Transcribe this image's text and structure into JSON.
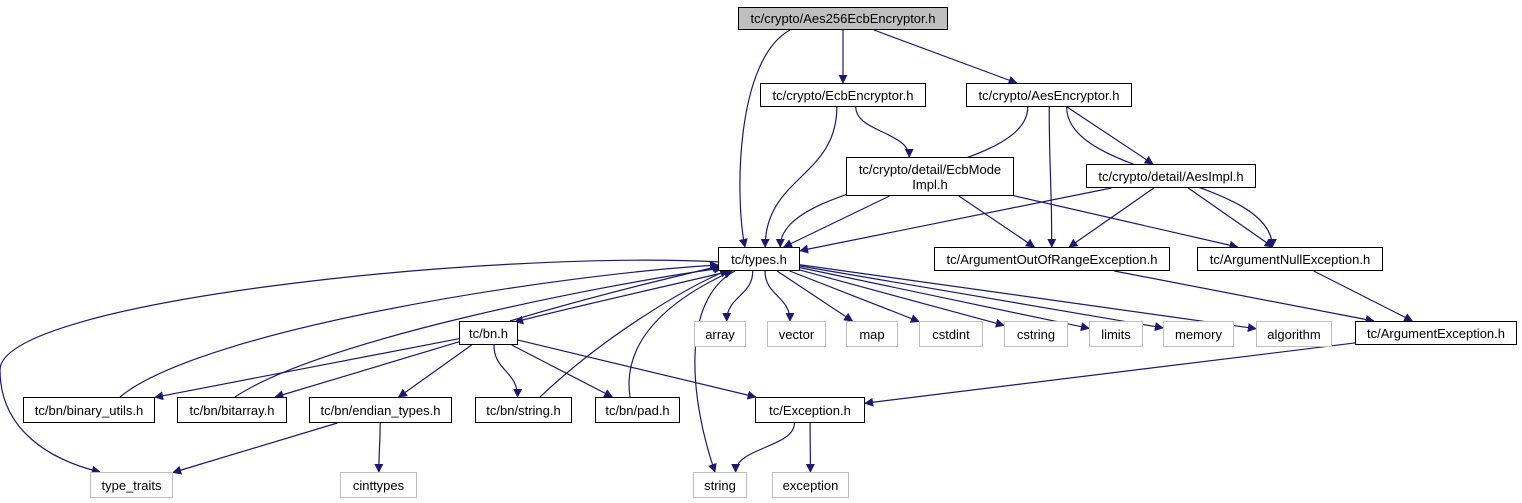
{
  "graph": {
    "nodes": [
      {
        "id": "root",
        "label": "tc/crypto/Aes256EcbEncryptor.h",
        "kind": "root"
      },
      {
        "id": "ecbenc",
        "label": "tc/crypto/EcbEncryptor.h",
        "kind": "file"
      },
      {
        "id": "aesenc",
        "label": "tc/crypto/AesEncryptor.h",
        "kind": "file"
      },
      {
        "id": "ecbmode",
        "label": "tc/crypto/detail/EcbMode\nImpl.h",
        "kind": "file"
      },
      {
        "id": "aesimpl",
        "label": "tc/crypto/detail/AesImpl.h",
        "kind": "file"
      },
      {
        "id": "types",
        "label": "tc/types.h",
        "kind": "file"
      },
      {
        "id": "argoor",
        "label": "tc/ArgumentOutOfRangeException.h",
        "kind": "file"
      },
      {
        "id": "argnull",
        "label": "tc/ArgumentNullException.h",
        "kind": "file"
      },
      {
        "id": "bn",
        "label": "tc/bn.h",
        "kind": "file"
      },
      {
        "id": "array",
        "label": "array",
        "kind": "system"
      },
      {
        "id": "vector",
        "label": "vector",
        "kind": "system"
      },
      {
        "id": "map",
        "label": "map",
        "kind": "system"
      },
      {
        "id": "cstdint",
        "label": "cstdint",
        "kind": "system"
      },
      {
        "id": "cstring",
        "label": "cstring",
        "kind": "system"
      },
      {
        "id": "limits",
        "label": "limits",
        "kind": "system"
      },
      {
        "id": "memory",
        "label": "memory",
        "kind": "system"
      },
      {
        "id": "algorithm",
        "label": "algorithm",
        "kind": "system"
      },
      {
        "id": "argexc",
        "label": "tc/ArgumentException.h",
        "kind": "file"
      },
      {
        "id": "binutils",
        "label": "tc/bn/binary_utils.h",
        "kind": "file"
      },
      {
        "id": "bitarray",
        "label": "tc/bn/bitarray.h",
        "kind": "file"
      },
      {
        "id": "endian",
        "label": "tc/bn/endian_types.h",
        "kind": "file"
      },
      {
        "id": "bnstring",
        "label": "tc/bn/string.h",
        "kind": "file"
      },
      {
        "id": "pad",
        "label": "tc/bn/pad.h",
        "kind": "file"
      },
      {
        "id": "exception",
        "label": "tc/Exception.h",
        "kind": "file"
      },
      {
        "id": "typetraits",
        "label": "type_traits",
        "kind": "system"
      },
      {
        "id": "cinttypes",
        "label": "cinttypes",
        "kind": "system"
      },
      {
        "id": "string",
        "label": "string",
        "kind": "system"
      },
      {
        "id": "stdexception",
        "label": "exception",
        "kind": "system"
      }
    ],
    "edges": [
      [
        "root",
        "ecbenc"
      ],
      [
        "root",
        "aesenc"
      ],
      [
        "root",
        "types"
      ],
      [
        "ecbenc",
        "ecbmode"
      ],
      [
        "ecbenc",
        "types"
      ],
      [
        "aesenc",
        "types"
      ],
      [
        "aesenc",
        "argoor"
      ],
      [
        "aesenc",
        "aesimpl"
      ],
      [
        "aesenc",
        "argnull"
      ],
      [
        "ecbmode",
        "types"
      ],
      [
        "ecbmode",
        "argoor"
      ],
      [
        "ecbmode",
        "argnull"
      ],
      [
        "aesimpl",
        "types"
      ],
      [
        "aesimpl",
        "argoor"
      ],
      [
        "aesimpl",
        "argnull"
      ],
      [
        "argoor",
        "argexc"
      ],
      [
        "argnull",
        "argexc"
      ],
      [
        "argexc",
        "exception"
      ],
      [
        "types",
        "array"
      ],
      [
        "types",
        "vector"
      ],
      [
        "types",
        "map"
      ],
      [
        "types",
        "cstdint"
      ],
      [
        "types",
        "cstring"
      ],
      [
        "types",
        "limits"
      ],
      [
        "types",
        "memory"
      ],
      [
        "types",
        "algorithm"
      ],
      [
        "types",
        "string"
      ],
      [
        "types",
        "typetraits"
      ],
      [
        "types",
        "bn"
      ],
      [
        "bn",
        "types"
      ],
      [
        "bn",
        "binutils"
      ],
      [
        "bn",
        "bitarray"
      ],
      [
        "bn",
        "endian"
      ],
      [
        "bn",
        "bnstring"
      ],
      [
        "bn",
        "pad"
      ],
      [
        "bn",
        "exception"
      ],
      [
        "binutils",
        "types"
      ],
      [
        "bitarray",
        "types"
      ],
      [
        "bnstring",
        "types"
      ],
      [
        "pad",
        "types"
      ],
      [
        "endian",
        "typetraits"
      ],
      [
        "endian",
        "cinttypes"
      ],
      [
        "exception",
        "string"
      ],
      [
        "exception",
        "stdexception"
      ]
    ]
  },
  "colors": {
    "edge": "#191970",
    "root_fill": "#bfbfbf",
    "system_border": "#bfbfbf"
  }
}
